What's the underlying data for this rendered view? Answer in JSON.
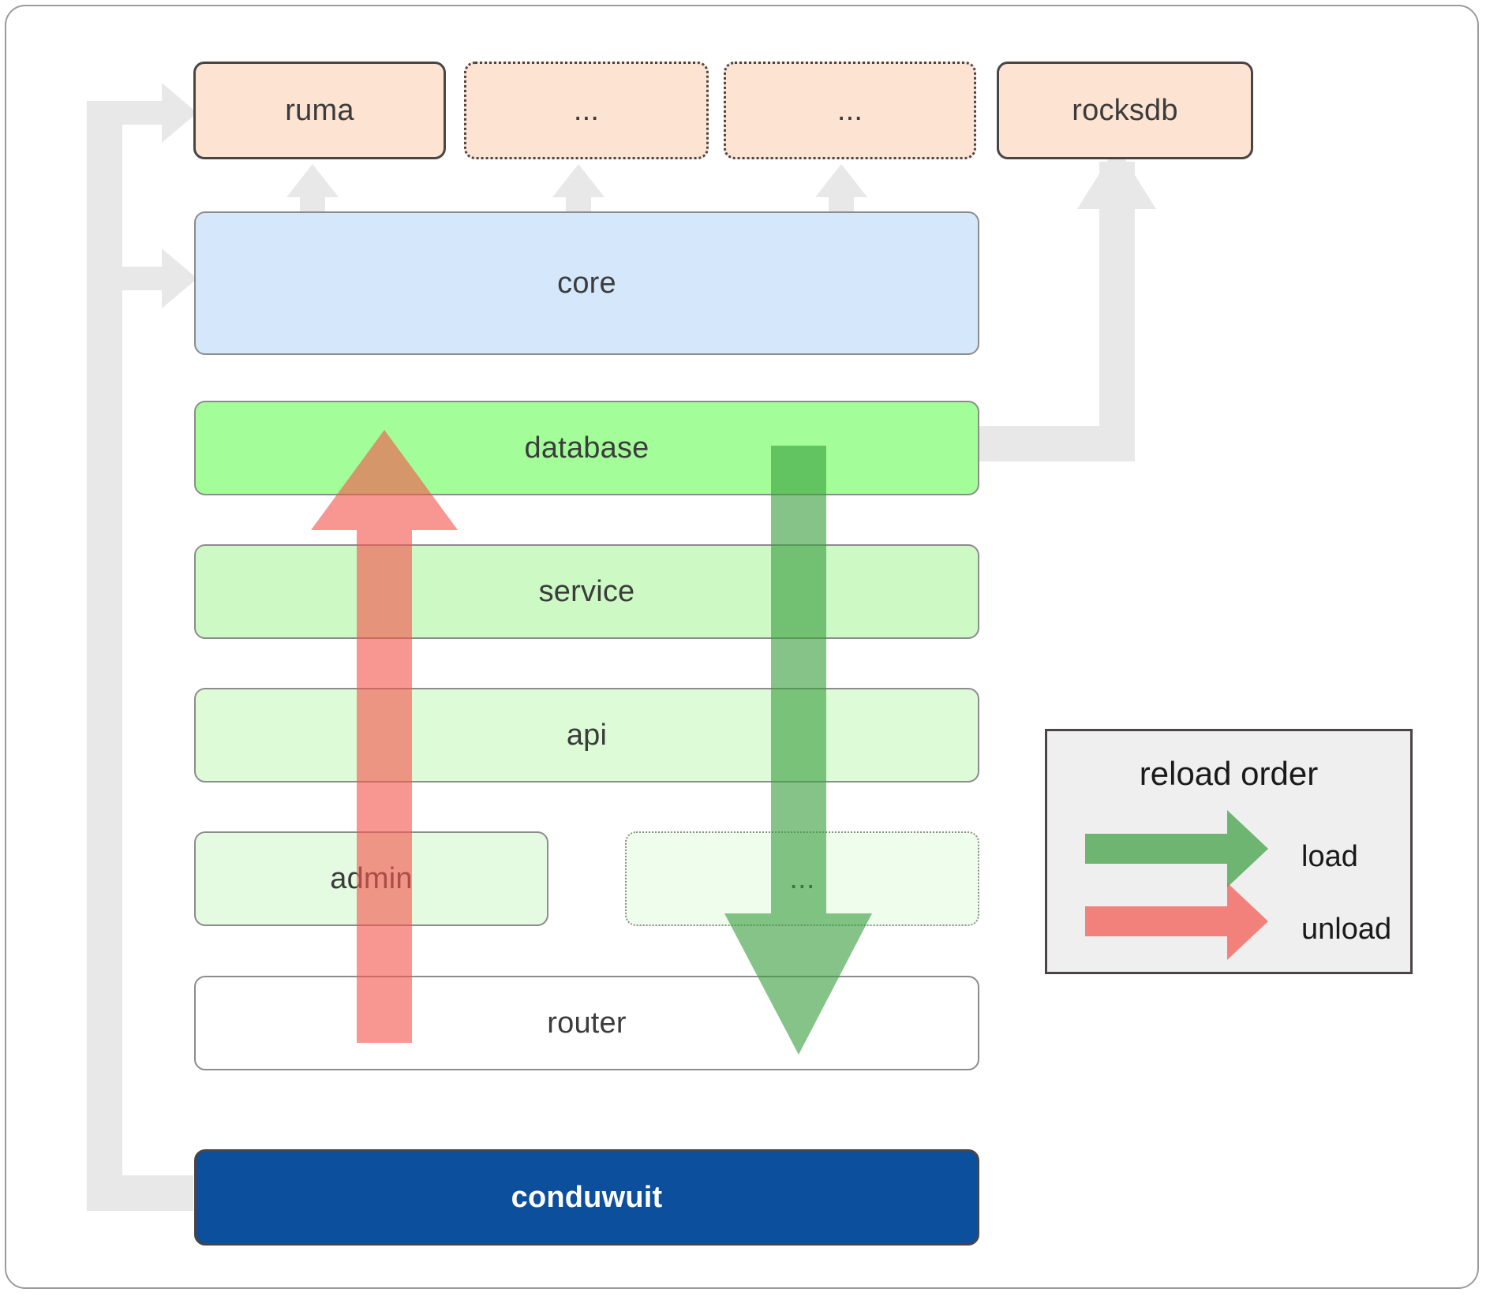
{
  "diagram": {
    "title": "conduwuit crate dependency / reload order diagram",
    "colors": {
      "peach": "#fce3d2",
      "blue": "#d5e7fb",
      "green_database": "#a3fe9a",
      "green_service": "#ccf9c4",
      "green_api": "#ddfbd7",
      "green_admin": "#e5fbe1",
      "green_dots": "#effdec",
      "router_white": "#ffffff",
      "navy": "#0c4f9c",
      "load_arrow": "#4caf50",
      "unload_arrow": "#f97f7f",
      "connector_gray": "#e8e8e8",
      "legend_bg": "#efefef"
    },
    "top_row": [
      {
        "label": "ruma",
        "style": "solid"
      },
      {
        "label": "...",
        "style": "dotted"
      },
      {
        "label": "...",
        "style": "dotted"
      },
      {
        "label": "rocksdb",
        "style": "solid"
      }
    ],
    "stack": [
      {
        "label": "core",
        "style": "solid"
      },
      {
        "label": "database",
        "style": "solid"
      },
      {
        "label": "service",
        "style": "solid"
      },
      {
        "label": "api",
        "style": "solid"
      },
      {
        "label": "admin",
        "style": "solid"
      },
      {
        "label": "...",
        "style": "dotted"
      },
      {
        "label": "router",
        "style": "solid"
      }
    ],
    "binary": {
      "label": "conduwuit"
    },
    "legend": {
      "title": "reload order",
      "items": [
        {
          "label": "load",
          "color": "#4caf50"
        },
        {
          "label": "unload",
          "color": "#f97f7f"
        }
      ]
    }
  }
}
